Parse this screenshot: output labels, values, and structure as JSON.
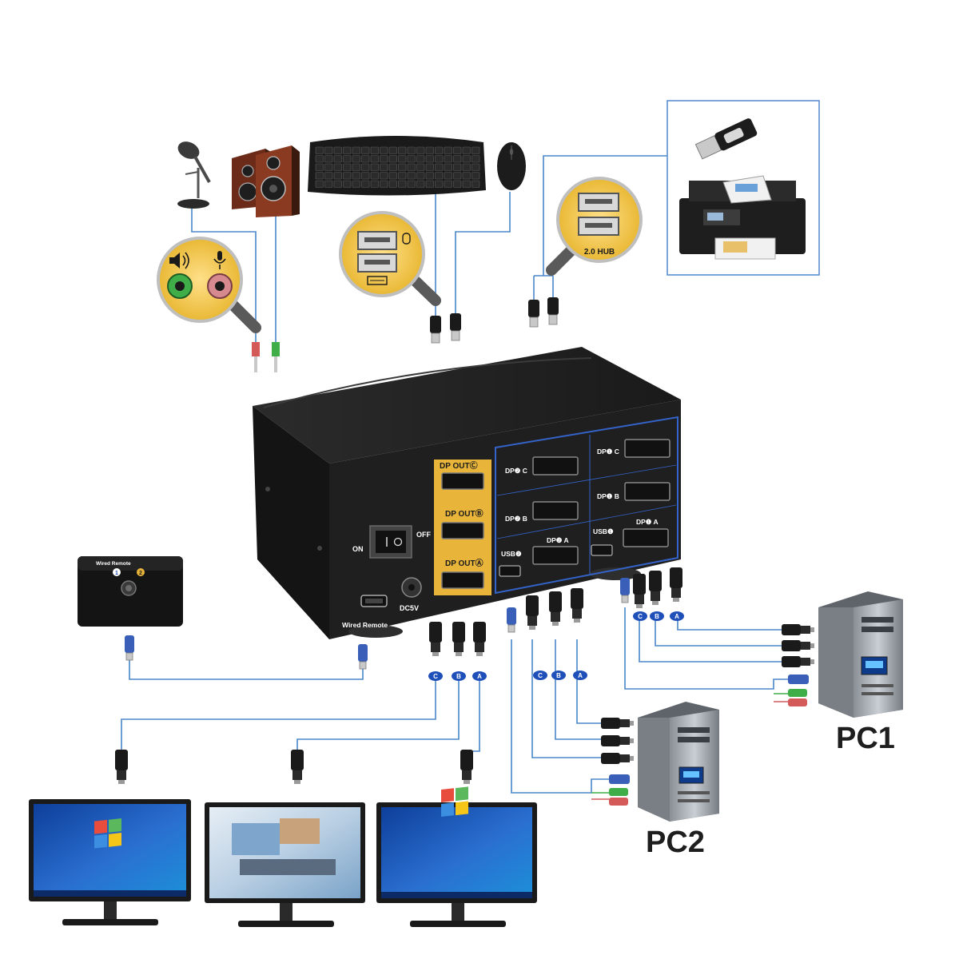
{
  "diagram": {
    "kvm": {
      "power_on": "ON",
      "power_off": "OFF",
      "dc_label": "DC5V",
      "remote_port_label": "Wired Remote",
      "dp_out_a": "DP OUTⒶ",
      "dp_out_b": "DP OUTⒷ",
      "dp_out_c": "DP OUTⒸ",
      "pc2_c": "DP❷ C",
      "pc2_b": "DP❷ B",
      "pc2_a": "DP❷ A",
      "pc2_usb": "USB❷",
      "pc1_c": "DP❶ C",
      "pc1_b": "DP❶ B",
      "pc1_a": "DP❶ A",
      "pc1_usb": "USB❶"
    },
    "hub_label": "2.0 HUB",
    "remote": {
      "title": "Wired Remote",
      "btn1": "1",
      "btn2": "2"
    },
    "badges": {
      "c": "C",
      "b": "B",
      "a": "A"
    },
    "pc1_label": "PC1",
    "pc2_label": "PC2"
  },
  "colors": {
    "kvm_body": "#1f1f1f",
    "gold_panel": "#e8b53a",
    "frame_blue": "#3463c9",
    "wire_blue": "#4a87c9",
    "badge_blue": "#1f4fb8",
    "screen_blue": "#2a6fd0"
  }
}
